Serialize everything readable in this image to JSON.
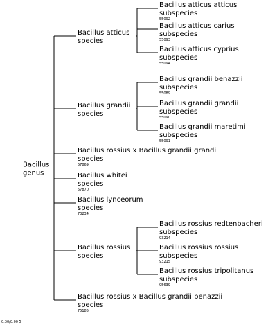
{
  "tree": {
    "root": {
      "name": "Bacillus",
      "rank": "genus"
    },
    "scale_label": "0.30/0.00 5",
    "groups": [
      {
        "name": "Bacillus atticus",
        "rank": "species",
        "id": "",
        "children": [
          {
            "name": "Bacillus atticus atticus",
            "rank": "subspecies",
            "id": "55092"
          },
          {
            "name": "Bacillus atticus carius",
            "rank": "subspecies",
            "id": "55093"
          },
          {
            "name": "Bacillus atticus cyprius",
            "rank": "subspecies",
            "id": "55094"
          }
        ]
      },
      {
        "name": "Bacillus grandii",
        "rank": "species",
        "id": "",
        "children": [
          {
            "name": "Bacillus grandii benazzii",
            "rank": "subspecies",
            "id": "55089"
          },
          {
            "name": "Bacillus grandii grandii",
            "rank": "subspecies",
            "id": "55090"
          },
          {
            "name": "Bacillus grandii maretimi",
            "rank": "subspecies",
            "id": "55091"
          }
        ]
      },
      {
        "name": "Bacillus rossius x Bacillus grandii grandii",
        "rank": "species",
        "id": "57869",
        "children": []
      },
      {
        "name": "Bacillus whitei",
        "rank": "species",
        "id": "57870",
        "children": []
      },
      {
        "name": "Bacillus lynceorum",
        "rank": "species",
        "id": "73234",
        "children": []
      },
      {
        "name": "Bacillus rossius",
        "rank": "species",
        "id": "",
        "children": [
          {
            "name": "Bacillus rossius redtenbacheri",
            "rank": "subspecies",
            "id": "93214"
          },
          {
            "name": "Bacillus rossius rossius",
            "rank": "subspecies",
            "id": "93215"
          },
          {
            "name": "Bacillus rossius tripolitanus",
            "rank": "subspecies",
            "id": "95639"
          }
        ]
      },
      {
        "name": "Bacillus rossius x Bacillus grandii benazzii",
        "rank": "species",
        "id": "75185",
        "children": []
      }
    ]
  }
}
